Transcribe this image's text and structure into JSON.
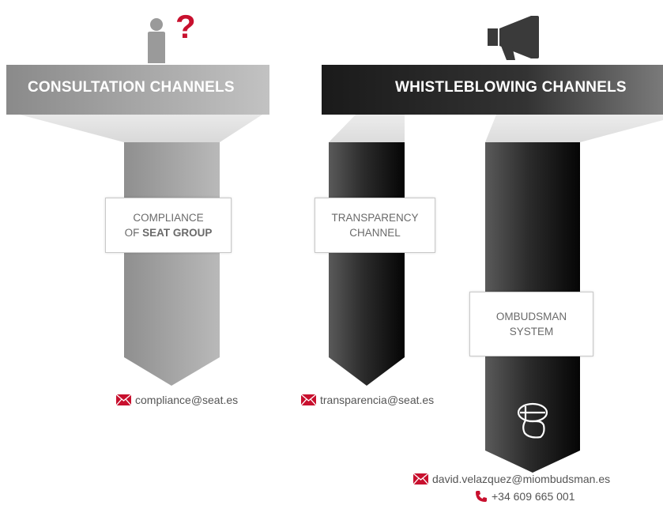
{
  "colors": {
    "consultation": "#9a9a9a",
    "whistleblowing": "#2a2a2a",
    "accent_red": "#c8102e"
  },
  "consultation": {
    "banner": "CONSULTATION CHANNELS",
    "icon": "person-question-icon",
    "channels": [
      {
        "line1": "COMPLIANCE",
        "line2_prefix": "OF ",
        "line2_bold": "SEAT GROUP",
        "email": "compliance@seat.es"
      }
    ]
  },
  "whistleblowing": {
    "banner": "WHISTLEBLOWING CHANNELS",
    "icon": "megaphone-icon",
    "channels": [
      {
        "line1": "TRANSPARENCY",
        "line2": "CHANNEL",
        "email": "transparencia@seat.es"
      },
      {
        "line1": "OMBUDSMAN",
        "line2": "SYSTEM",
        "icon": "silence-finger-icon",
        "email": "david.velazquez@miombudsman.es",
        "phone": "+34 609 665 001"
      }
    ]
  }
}
